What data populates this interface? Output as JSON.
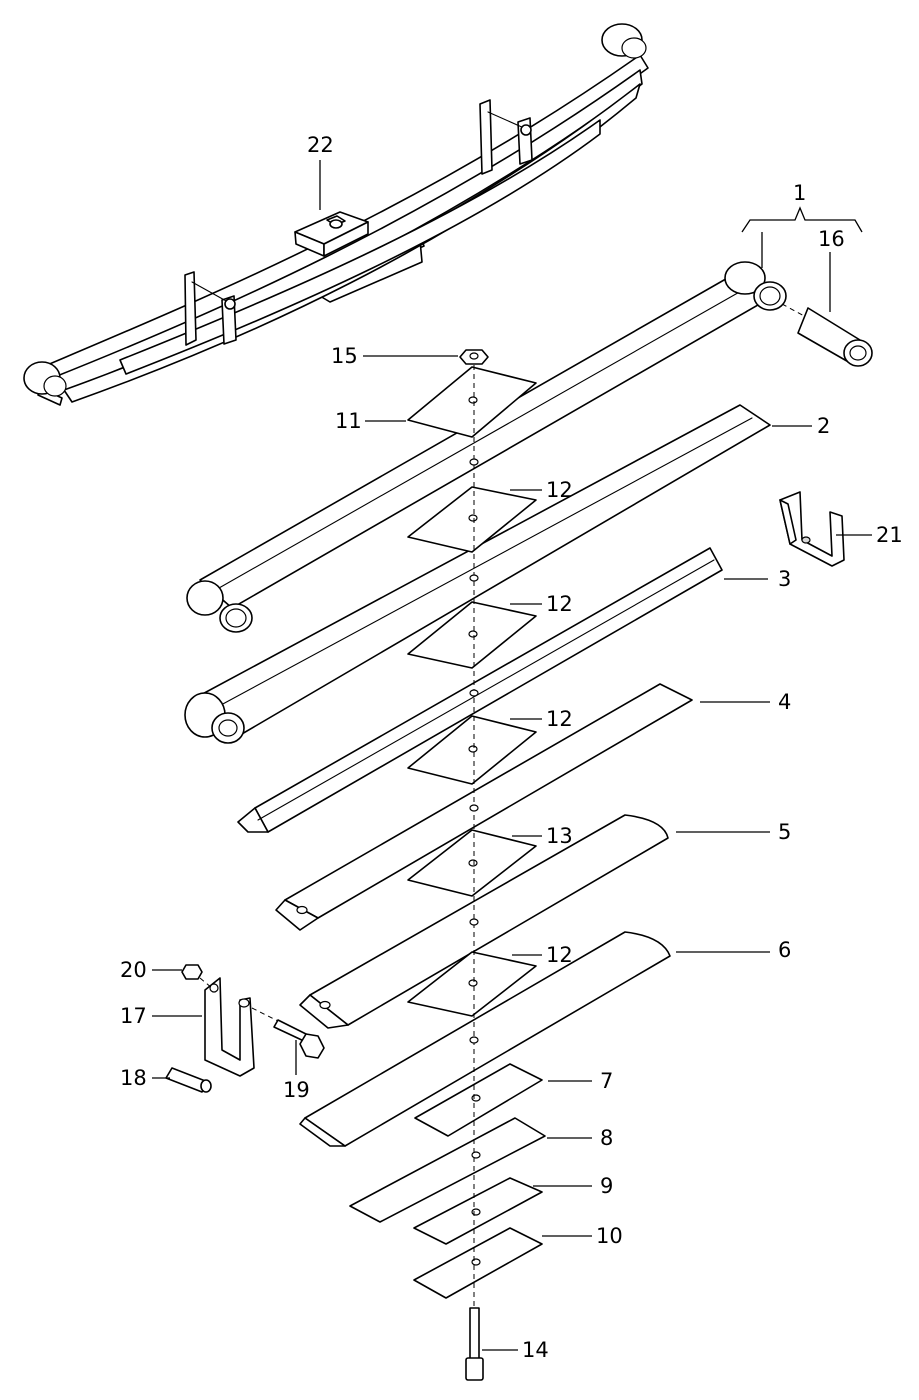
{
  "callouts": {
    "p1": "1",
    "p2": "2",
    "p3": "3",
    "p4": "4",
    "p5": "5",
    "p6": "6",
    "p7": "7",
    "p8": "8",
    "p9": "9",
    "p10": "10",
    "p11": "11",
    "p12a": "12",
    "p12b": "12",
    "p12c": "12",
    "p12d": "12",
    "p13": "13",
    "p14": "14",
    "p15": "15",
    "p16": "16",
    "p17": "17",
    "p18": "18",
    "p19": "19",
    "p20": "20",
    "p21": "21",
    "p22": "22"
  },
  "colors": {
    "line": "#000000",
    "background": "#ffffff"
  }
}
